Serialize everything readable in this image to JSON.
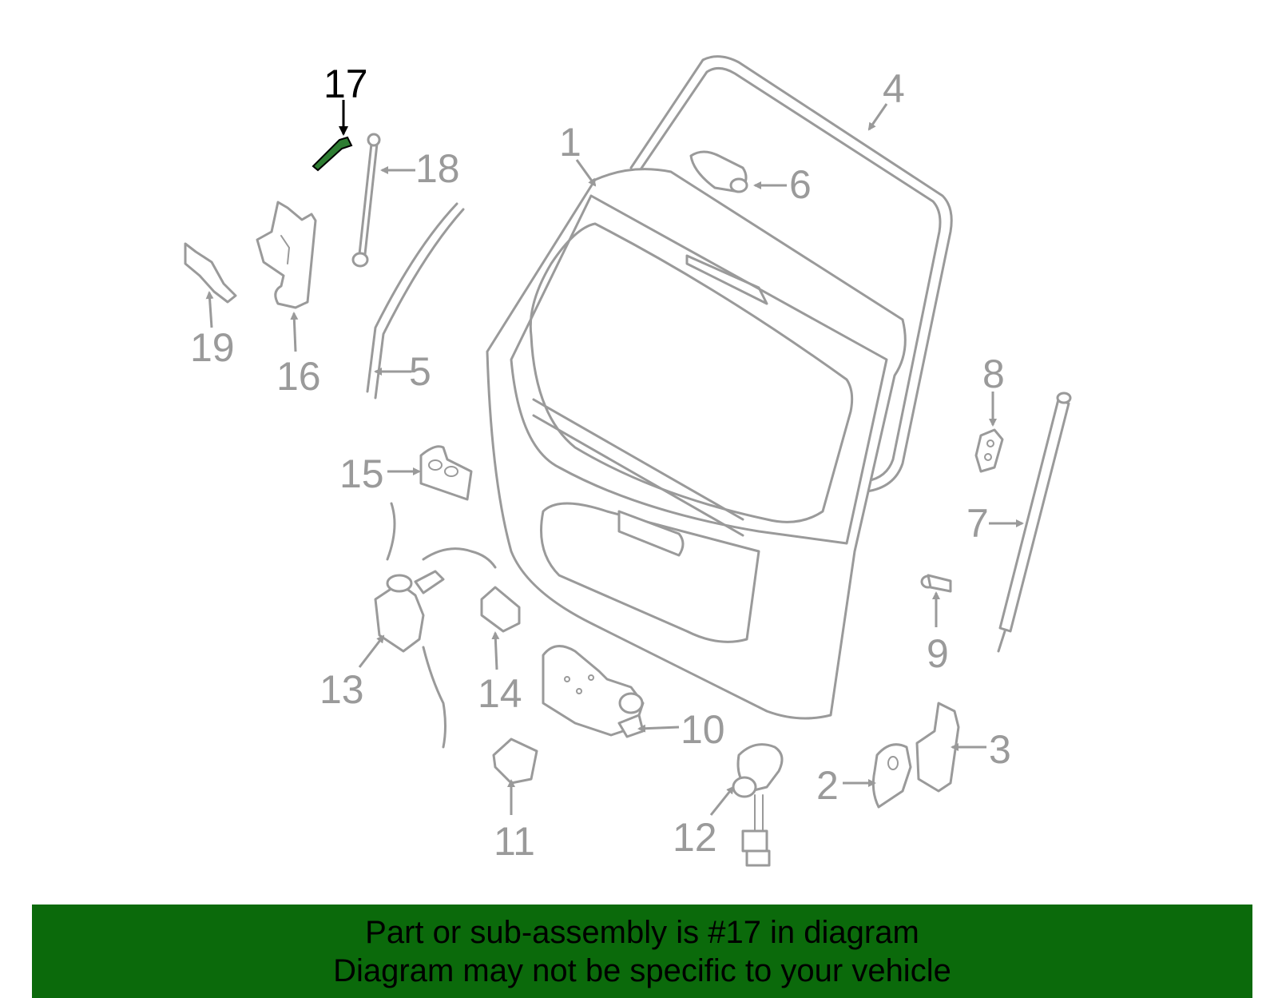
{
  "colors": {
    "line_gray": "#9a9a9a",
    "highlight_green": "#2e7d32",
    "banner_green": "#0b6a0b",
    "highlight_label": "#000000"
  },
  "callouts": {
    "c1": "1",
    "c2": "2",
    "c3": "3",
    "c4": "4",
    "c5": "5",
    "c6": "6",
    "c7": "7",
    "c8": "8",
    "c9": "9",
    "c10": "10",
    "c11": "11",
    "c12": "12",
    "c13": "13",
    "c14": "14",
    "c15": "15",
    "c16": "16",
    "c17": "17",
    "c18": "18",
    "c19": "19"
  },
  "highlighted_part": "17",
  "banner": {
    "line1": "Part or sub-assembly is #17 in diagram",
    "line2": "Diagram may not be specific to your vehicle"
  }
}
